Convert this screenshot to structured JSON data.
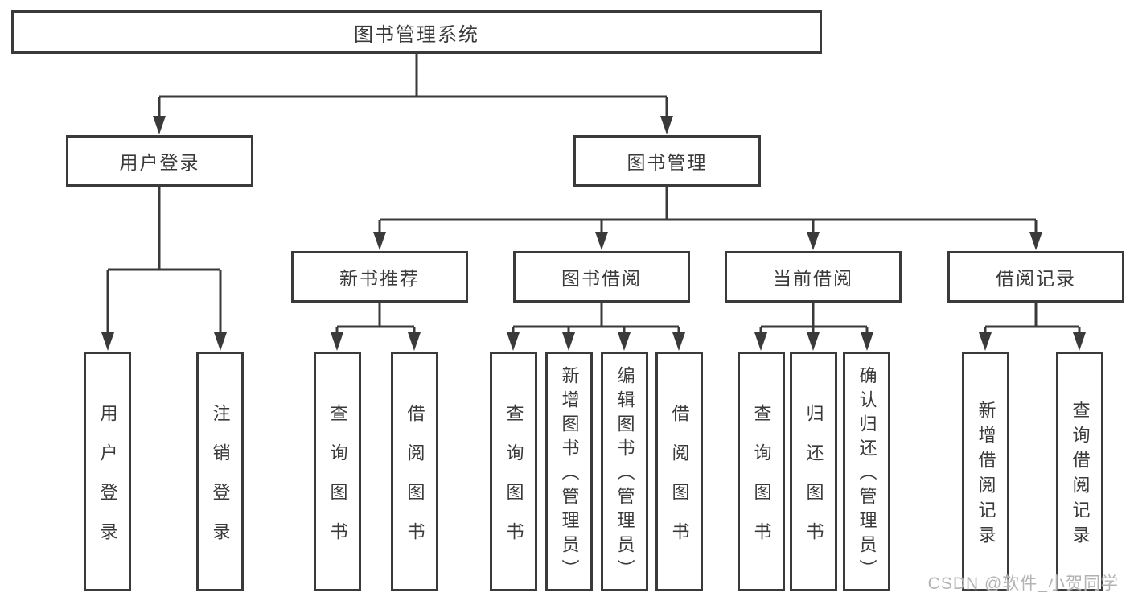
{
  "tree": {
    "label": "图书管理系统",
    "children": [
      {
        "label": "用户登录",
        "children": [
          {
            "label": "用户登录"
          },
          {
            "label": "注销登录"
          }
        ]
      },
      {
        "label": "图书管理",
        "children": [
          {
            "label": "新书推荐",
            "children": [
              {
                "label": "查询图书"
              },
              {
                "label": "借阅图书"
              }
            ]
          },
          {
            "label": "图书借阅",
            "children": [
              {
                "label": "查询图书"
              },
              {
                "label": "新增图书（管理员）"
              },
              {
                "label": "编辑图书（管理员）"
              },
              {
                "label": "借阅图书"
              }
            ]
          },
          {
            "label": "当前借阅",
            "children": [
              {
                "label": "查询图书"
              },
              {
                "label": "归还图书"
              },
              {
                "label": "确认归还（管理员）"
              }
            ]
          },
          {
            "label": "借阅记录",
            "children": [
              {
                "label": "新增借阅记录"
              },
              {
                "label": "查询借阅记录"
              }
            ]
          }
        ]
      }
    ]
  },
  "watermark": {
    "text": "CSDN @软件_小贺同学"
  },
  "colors": {
    "line": "#3a3a3a",
    "box_border": "#3a3a3a",
    "text": "#3a3a3a",
    "watermark": "#b3b3b3",
    "background": "#ffffff"
  }
}
